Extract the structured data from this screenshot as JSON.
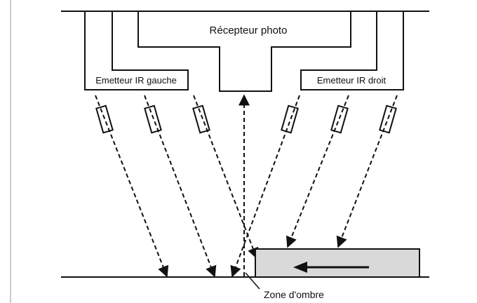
{
  "diagram": {
    "labels": {
      "receiver": "Récepteur photo",
      "emitter_left": "Emetteur IR gauche",
      "emitter_right": "Emetteur IR droit",
      "shadow_zone": "Zone d'ombre"
    }
  },
  "colors": {
    "stroke": "#111111",
    "background": "#ffffff",
    "object_fill": "#d9d9d9"
  }
}
